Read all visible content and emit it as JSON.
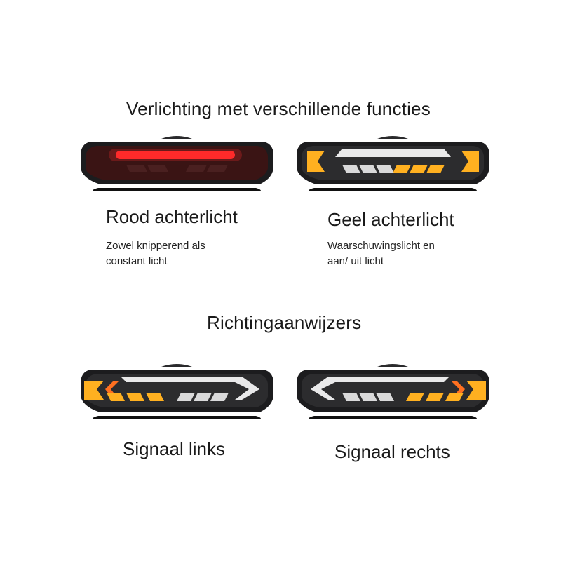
{
  "sections": [
    {
      "heading": "Verlichting met verschillende functies"
    },
    {
      "heading": "Richtingaanwijzers"
    }
  ],
  "panels": [
    {
      "title": "Rood achterlicht",
      "desc_line1": "Zowel knipperend als",
      "desc_line2": "constant licht",
      "mode": "red"
    },
    {
      "title": "Geel achterlicht",
      "desc_line1": "Waarschuwingslicht en",
      "desc_line2": "aan/ uit licht",
      "mode": "amber"
    },
    {
      "title": "Signaal links",
      "mode": "left"
    },
    {
      "title": "Signaal rechts",
      "mode": "right"
    }
  ],
  "colors": {
    "red": "#ff2a2a",
    "amber": "#ffb020",
    "white": "#e9e9ea",
    "housing": "#1c1c1e"
  }
}
